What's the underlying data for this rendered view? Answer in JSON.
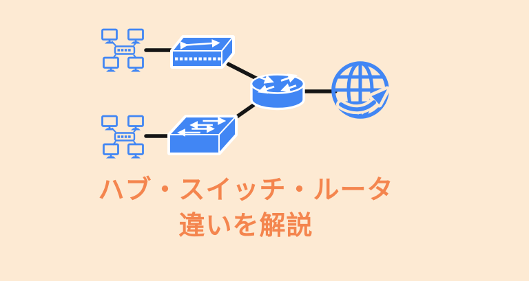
{
  "page": {
    "background": "#FDEAD3",
    "kind": "blog-eyecatch network diagram"
  },
  "title": {
    "line1": "ハブ・スイッチ・ルータ",
    "line2": "違いを解説",
    "color": "#F4854E"
  },
  "palette": {
    "device_blue": "#4186F4",
    "device_outline_white": "#FFFFFF",
    "connection_black": "#151515",
    "background_peach": "#FDEAD3",
    "title_orange": "#F4854E"
  },
  "diagram": {
    "nodes": [
      {
        "id": "lan-top",
        "icon": "computer-network-icon",
        "depicts": "four monitors linked to a small hub box"
      },
      {
        "id": "hub",
        "icon": "hub-icon",
        "depicts": "3D box, double-headed arrow on top, 10-port strip on front"
      },
      {
        "id": "lan-bottom",
        "icon": "computer-network-icon",
        "depicts": "four monitors linked to a small hub box"
      },
      {
        "id": "switch",
        "icon": "switch-icon",
        "depicts": "3D box with four alternating arrows on top"
      },
      {
        "id": "router",
        "icon": "router-icon",
        "depicts": "cylinder with four in/out arrows on top"
      },
      {
        "id": "internet",
        "icon": "globe-icon",
        "depicts": "wireframe globe with up-right arrow"
      }
    ],
    "edges": [
      {
        "from": "lan-top",
        "to": "hub"
      },
      {
        "from": "hub",
        "to": "router"
      },
      {
        "from": "lan-bottom",
        "to": "switch"
      },
      {
        "from": "switch",
        "to": "router"
      },
      {
        "from": "router",
        "to": "internet"
      }
    ]
  }
}
